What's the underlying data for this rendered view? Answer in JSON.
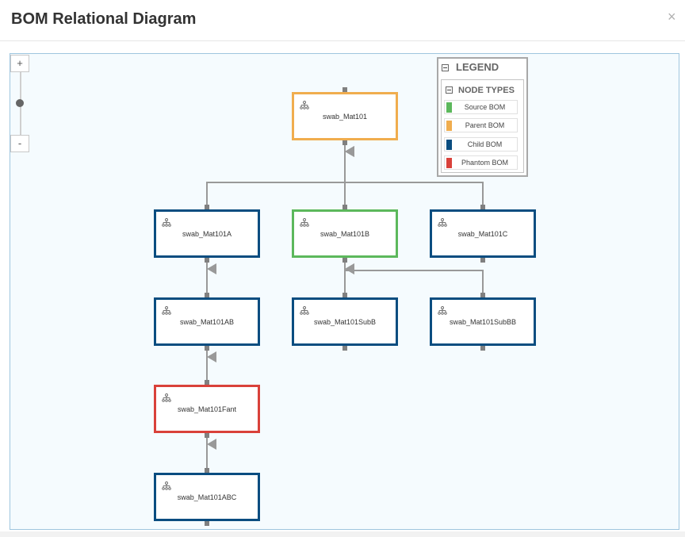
{
  "dialog": {
    "title": "BOM Relational Diagram",
    "close_label": "×"
  },
  "zoom": {
    "in_label": "+",
    "out_label": "-",
    "level": 0.5
  },
  "legend": {
    "title": "LEGEND",
    "subtitle": "NODE TYPES",
    "items": [
      {
        "label": "Source BOM",
        "color": "#5cb85c"
      },
      {
        "label": "Parent BOM",
        "color": "#f0ad4e"
      },
      {
        "label": "Child BOM",
        "color": "#0a4d80"
      },
      {
        "label": "Phantom BOM",
        "color": "#d9413a"
      }
    ]
  },
  "nodes": [
    {
      "id": "swab_Mat101",
      "label": "swab_Mat101",
      "type": "parent"
    },
    {
      "id": "swab_Mat101A",
      "label": "swab_Mat101A",
      "type": "child"
    },
    {
      "id": "swab_Mat101B",
      "label": "swab_Mat101B",
      "type": "source"
    },
    {
      "id": "swab_Mat101C",
      "label": "swab_Mat101C",
      "type": "child"
    },
    {
      "id": "swab_Mat101AB",
      "label": "swab_Mat101AB",
      "type": "child"
    },
    {
      "id": "swab_Mat101SubB",
      "label": "swab_Mat101SubB",
      "type": "child"
    },
    {
      "id": "swab_Mat101SubBB",
      "label": "swab_Mat101SubBB",
      "type": "child"
    },
    {
      "id": "swab_Mat101Fant",
      "label": "swab_Mat101Fant",
      "type": "phantom"
    },
    {
      "id": "swab_Mat101ABC",
      "label": "swab_Mat101ABC",
      "type": "child"
    }
  ],
  "edges": [
    {
      "from": "swab_Mat101A",
      "to": "swab_Mat101"
    },
    {
      "from": "swab_Mat101B",
      "to": "swab_Mat101"
    },
    {
      "from": "swab_Mat101C",
      "to": "swab_Mat101"
    },
    {
      "from": "swab_Mat101AB",
      "to": "swab_Mat101A"
    },
    {
      "from": "swab_Mat101SubB",
      "to": "swab_Mat101B"
    },
    {
      "from": "swab_Mat101SubBB",
      "to": "swab_Mat101B"
    },
    {
      "from": "swab_Mat101Fant",
      "to": "swab_Mat101AB"
    },
    {
      "from": "swab_Mat101ABC",
      "to": "swab_Mat101Fant"
    }
  ],
  "type_colors": {
    "source": "#5cb85c",
    "parent": "#f0ad4e",
    "child": "#0a4d80",
    "phantom": "#d9413a"
  },
  "edge_color": "#999999"
}
